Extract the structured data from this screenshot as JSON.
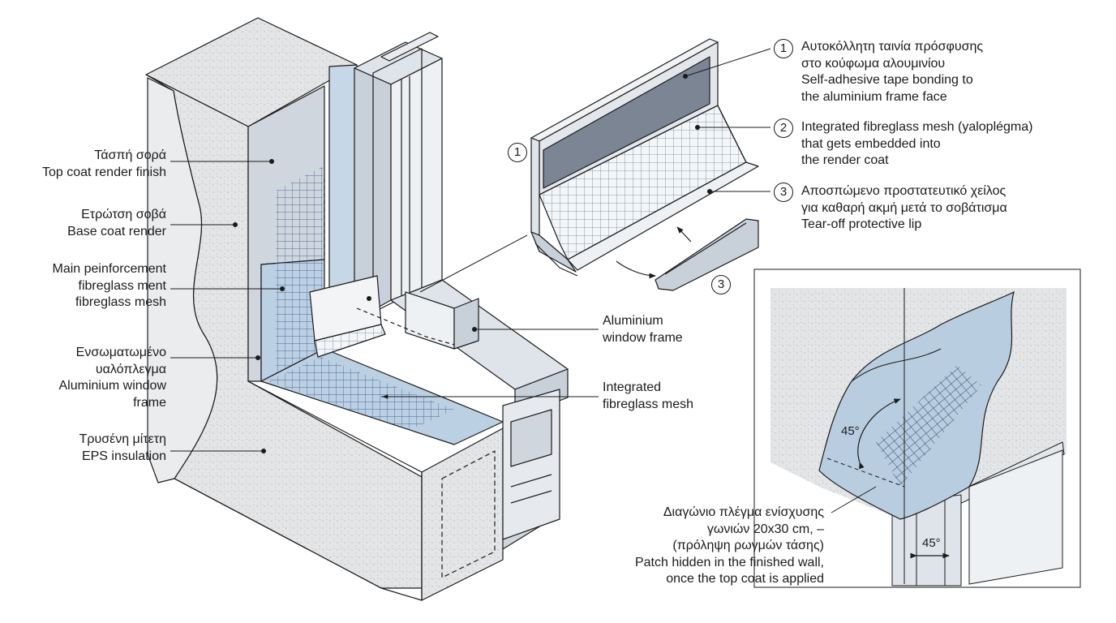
{
  "left_labels": [
    {
      "id": "top-coat",
      "lines": [
        "Τάσπή σορά",
        "Top coat render finish"
      ]
    },
    {
      "id": "base-coat",
      "lines": [
        "Ετρώτση σοβά",
        "Base coat render"
      ]
    },
    {
      "id": "main-mesh",
      "lines": [
        "Main peinforcement",
        "fibreglass ment",
        "fibreglass mesh"
      ]
    },
    {
      "id": "integrated-mesh",
      "lines": [
        "Ενσωματωμένο",
        "υαλόπλεγμα",
        "Aluminium window",
        "frame"
      ]
    },
    {
      "id": "eps",
      "lines": [
        "Τρυσένη μίτετη",
        "EPS insulation"
      ]
    }
  ],
  "center_labels": [
    {
      "id": "aluminium-frame",
      "lines": [
        "Aluminium",
        "window frame"
      ]
    },
    {
      "id": "fibreglass-mesh",
      "lines": [
        "Integrated",
        "fibreglass mesh"
      ]
    }
  ],
  "callouts": [
    {
      "number": "1",
      "lines": [
        "Αυτοκόλλητη ταινία πρόσφυσης",
        "στο κούφωμα αλουμινίου",
        "Self-adhesive tape bonding to",
        "the aluminium frame face"
      ]
    },
    {
      "number": "2",
      "lines": [
        "Integrated fibreglass mesh (yaloplégma)",
        "that gets embedded into",
        "the render coat"
      ]
    },
    {
      "number": "3",
      "lines": [
        "Αποσπώμενο προστατευτικό χείλος",
        "για καθαρή ακμή μετά το σοβάτισμα",
        "Tear-off protective lip"
      ]
    }
  ],
  "profile_markers": {
    "one": "1",
    "three": "3"
  },
  "inset": {
    "angle_upper": "45°",
    "angle_lower": "45°",
    "lines": [
      "Διαγώνιο πλέγμα ενίσχυσης",
      "γωνιών 20x30 cm, –",
      "(πρόληψη ρωγμών τάσης)",
      "Patch hidden in the finished wall,",
      "once the top coat is applied"
    ]
  },
  "colors": {
    "line": "#1b1b1b",
    "render": "#dedfe1",
    "blue_face": "#bcd0e3",
    "mesh": "#3a5a90",
    "metal": "#c8d0da",
    "tape": "#7b8594"
  }
}
